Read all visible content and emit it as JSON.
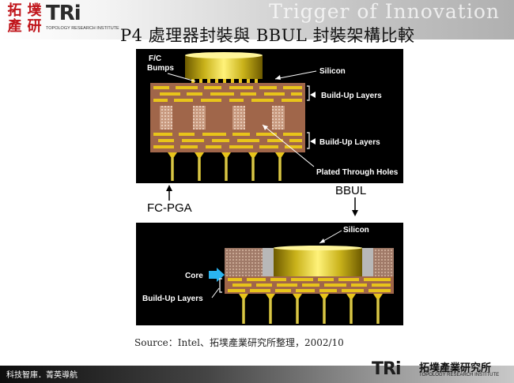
{
  "header": {
    "tagline": "Trigger of Innovation",
    "logo_chars": [
      "拓",
      "墣",
      "產",
      "研"
    ],
    "logo_brand": "TRi",
    "logo_subtitle": "TOPOLOGY RESEARCH INSTITUTE"
  },
  "title": "P4 處理器封裝與 BBUL 封裝架構比較",
  "diagram": {
    "top": {
      "fc_label_line1": "F/C",
      "fc_label_line2": "Bumps",
      "silicon": "Silicon",
      "buildup_top": "Build-Up Layers",
      "buildup_bottom": "Build-Up Layers",
      "plated_through_holes": "Plated Through Holes",
      "package_name": "FC-PGA"
    },
    "bottom": {
      "package_name": "BBUL",
      "silicon": "Silicon",
      "core": "Core",
      "buildup": "Build-Up Layers"
    },
    "colors": {
      "background": "#000000",
      "gold": "#e8c41a",
      "substrate": "#a0664a",
      "via_fill": "#d8b4a0",
      "core_arrow": "#2ab4f0"
    }
  },
  "source": "Source：Intel、拓墣產業研究所整理，2002/10",
  "footer": {
    "left": "科技智庫．菁英導航",
    "brand": "TRi",
    "org_cn": "拓墣產業研究所",
    "org_en": "TOPOLOGY RESEARCH INSTITUTE"
  }
}
